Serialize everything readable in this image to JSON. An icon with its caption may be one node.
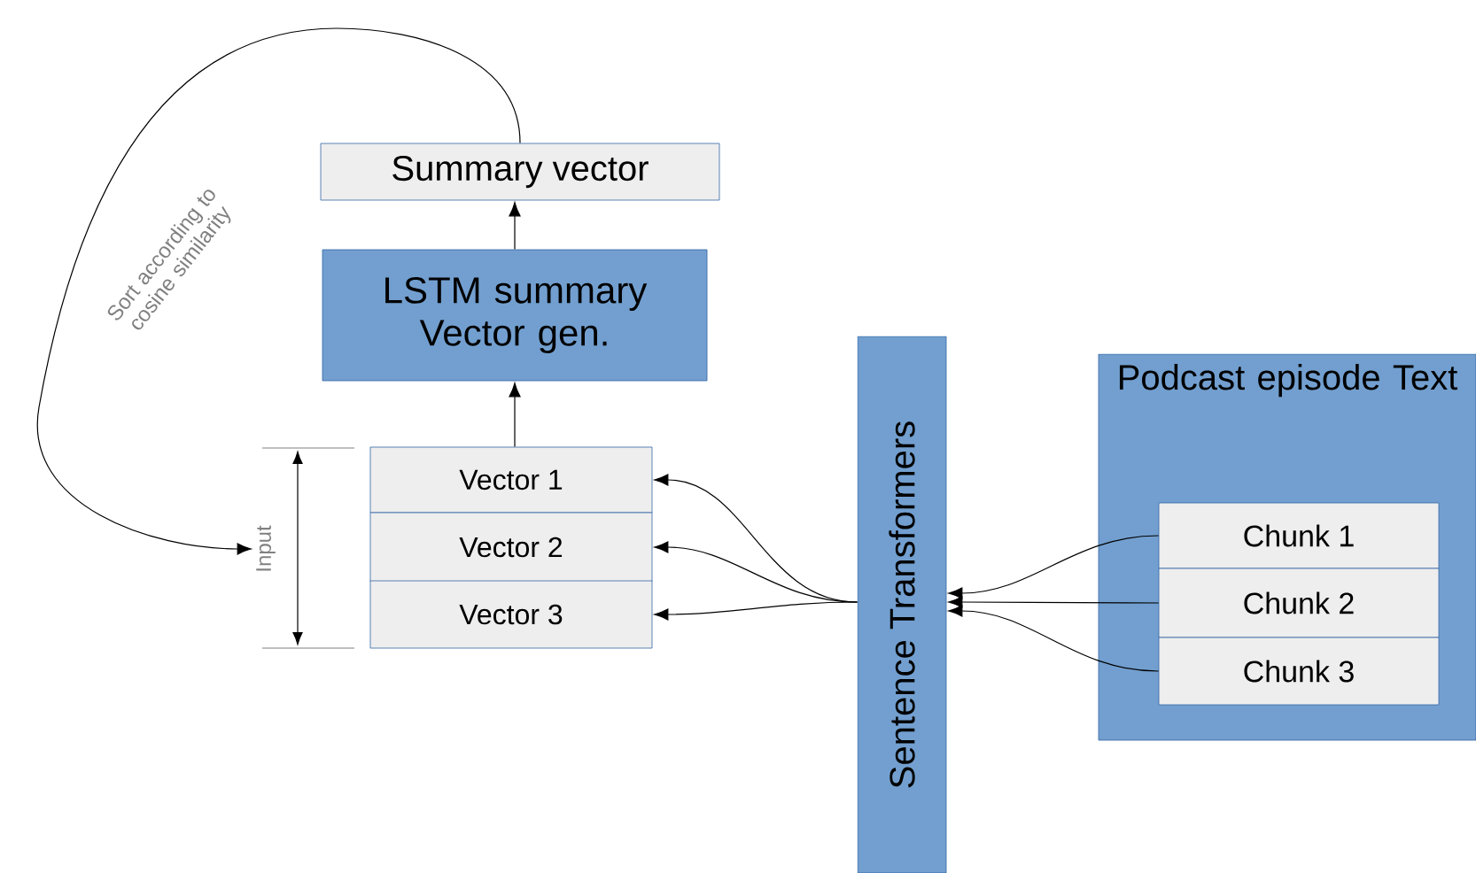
{
  "diagram": {
    "nodes": [
      {
        "text": [
          "Summary vector"
        ]
      },
      {
        "text": [
          "LSTM summary Vector gen."
        ]
      },
      {
        "text": [
          "Vector 1"
        ]
      },
      {
        "text": [
          "Vector 2"
        ]
      },
      {
        "text": [
          "Vector 3"
        ]
      },
      {
        "text": [
          "Sentence Transformers"
        ]
      },
      {
        "text": [
          "Podcast episode Text"
        ]
      },
      {
        "text": [
          "Chunk 1"
        ],
        "in": 6
      },
      {
        "text": [
          "Chunk 2"
        ],
        "in": 6
      },
      {
        "text": [
          "Chunk 3"
        ],
        "in": 6
      },
      {
        "text": [
          "Input"
        ]
      }
    ],
    "edges": [
      {
        "from": 0,
        "to": 10,
        "arrow": "to",
        "label": "Sort according to cosine similarity"
      },
      {
        "from": 1,
        "to": 0,
        "arrow": "to"
      },
      {
        "from": 2,
        "to": 1,
        "arrow": "to"
      },
      {
        "from": 5,
        "to": 2,
        "arrow": "to"
      },
      {
        "from": 5,
        "to": 3,
        "arrow": "to"
      },
      {
        "from": 5,
        "to": 4,
        "arrow": "to"
      },
      {
        "from": 7,
        "to": 5,
        "arrow": "to"
      },
      {
        "from": 8,
        "to": 5,
        "arrow": "to"
      },
      {
        "from": 9,
        "to": 5,
        "arrow": "to"
      }
    ]
  }
}
